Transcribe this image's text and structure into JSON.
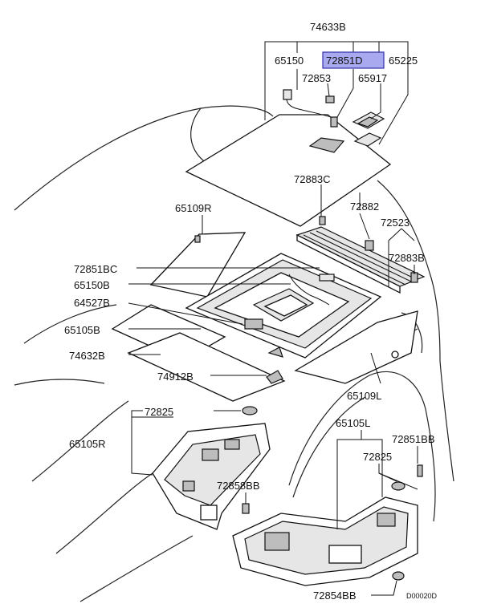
{
  "labels": {
    "p74633B": "74633B",
    "p65150": "65150",
    "p72851D": "72851D",
    "p65225": "65225",
    "p72853": "72853",
    "p65917": "65917",
    "p72883C": "72883C",
    "p72882": "72882",
    "p65109R": "65109R",
    "p72523": "72523",
    "p72883B": "72883B",
    "p72851BC": "72851BC",
    "p65150B": "65150B",
    "p64527B": "64527B",
    "p65105B": "65105B",
    "p74632B": "74632B",
    "p74912B": "74912B",
    "p65109L": "65109L",
    "p72825a": "72825",
    "p65105R": "65105R",
    "p65105L": "65105L",
    "p72851BB": "72851BB",
    "p72825b": "72825",
    "p72858BB": "72858BB",
    "p72854BB": "72854BB",
    "diagram_code": "D00020D"
  },
  "colors": {
    "highlight_fill": "#a9a9f0",
    "highlight_stroke": "#3333aa",
    "line": "#111111"
  }
}
